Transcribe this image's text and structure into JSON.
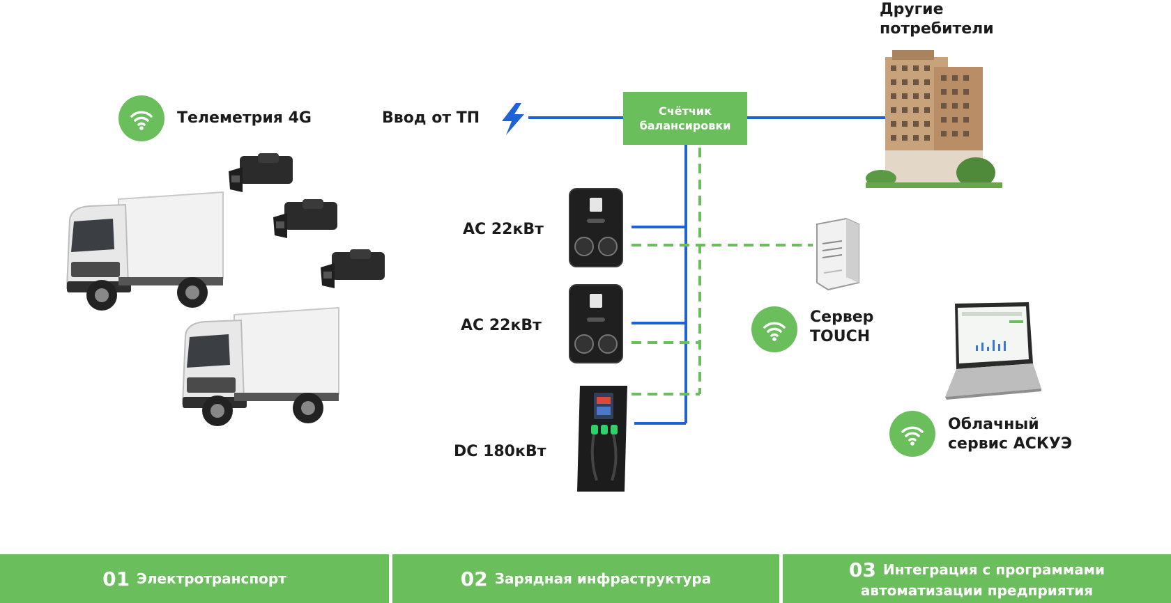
{
  "telemetry": {
    "label": "Телеметрия 4G"
  },
  "power_input": {
    "label": "Ввод от ТП"
  },
  "meter": {
    "line1": "Счётчик",
    "line2": "балансировки"
  },
  "other_consumers": {
    "line1": "Другие",
    "line2": "потребители"
  },
  "chargers": [
    {
      "label": "AC 22кВт"
    },
    {
      "label": "AC 22кВт"
    },
    {
      "label": "DC 180кВт"
    }
  ],
  "server": {
    "line1": "Сервер",
    "line2": "TOUCH"
  },
  "cloud": {
    "line1": "Облачный",
    "line2": "сервис АСКУЭ"
  },
  "footer": [
    {
      "num": "01",
      "text": "Электротранспорт"
    },
    {
      "num": "02",
      "text": "Зарядная инфраструктура"
    },
    {
      "num": "03",
      "text_line1": "Интеграция с программами",
      "text_line2": "автоматизации предприятия"
    }
  ],
  "colors": {
    "green": "#6abf5c",
    "blue": "#1e63d6",
    "dashed_green": "#6abf5c"
  },
  "icons": [
    "wifi-icon",
    "lightning-icon",
    "truck-icon",
    "obd-dongle-icon",
    "ac-charger-icon",
    "dc-charger-icon",
    "server-icon",
    "laptop-icon",
    "building-icon"
  ]
}
